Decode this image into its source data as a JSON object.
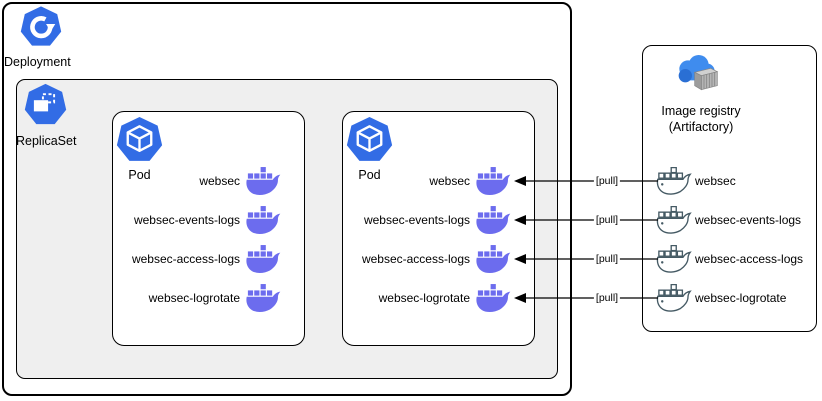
{
  "diagram": {
    "deployment": {
      "label": "Deployment"
    },
    "replicaset": {
      "label": "ReplicaSet"
    },
    "pods": [
      {
        "label": "Pod",
        "containers": [
          "websec",
          "websec-events-logs",
          "websec-access-logs",
          "websec-logrotate"
        ]
      },
      {
        "label": "Pod",
        "containers": [
          "websec",
          "websec-events-logs",
          "websec-access-logs",
          "websec-logrotate"
        ]
      }
    ],
    "registry": {
      "label_line1": "Image registry",
      "label_line2": "(Artifactory)",
      "images": [
        "websec",
        "websec-events-logs",
        "websec-access-logs",
        "websec-logrotate"
      ]
    },
    "arrows": {
      "label": "[pull]",
      "count": 4,
      "direction": "registry-to-pod"
    },
    "icons": {
      "deployment": "k8s-deployment-icon",
      "replicaset": "k8s-replicaset-icon",
      "pod": "k8s-pod-icon",
      "pod_container": "docker-whale-icon",
      "registry_image": "docker-whale-outline-icon",
      "registry": "cloud-container-registry-icon"
    },
    "colors": {
      "kubernetes_blue": "#326ce5",
      "container_purple": "#6c6cee",
      "registry_whale_outline": "#455a64",
      "replicaset_bg": "#efefef",
      "border": "#000000",
      "cloud_blue": "#3f8cee"
    }
  }
}
